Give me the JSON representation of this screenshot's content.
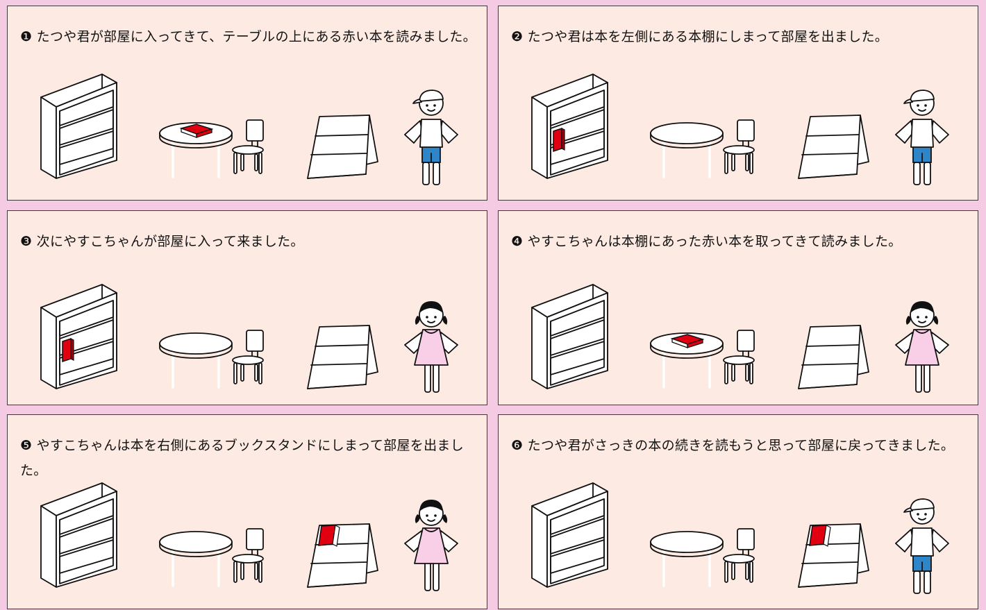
{
  "colors": {
    "background": "#f4cbe2",
    "panel": "#fdebe3",
    "book": "#e00012",
    "shorts": "#2e86c8",
    "dress": "#f8cfe6"
  },
  "panels": [
    {
      "text": "❶ たつや君が部屋に入ってきて、テーブルの上にある赤い本を読みました。",
      "book": "table",
      "person": "boy"
    },
    {
      "text": "❷ たつや君は本を左側にある本棚にしまって部屋を出ました。",
      "book": "shelf",
      "person": "boy"
    },
    {
      "text": "❸ 次にやすこちゃんが部屋に入って来ました。",
      "book": "shelf",
      "person": "girl"
    },
    {
      "text": "❹ やすこちゃんは本棚にあった赤い本を取ってきて読みました。",
      "book": "table",
      "person": "girl"
    },
    {
      "text": "❺ やすこちゃんは本を右側にあるブックスタンドにしまって部屋を出ました。",
      "book": "stand",
      "person": "girl"
    },
    {
      "text": "❻ たつや君がさっきの本の続きを読もうと思って部屋に戻ってきました。",
      "book": "stand",
      "person": "boy"
    }
  ]
}
